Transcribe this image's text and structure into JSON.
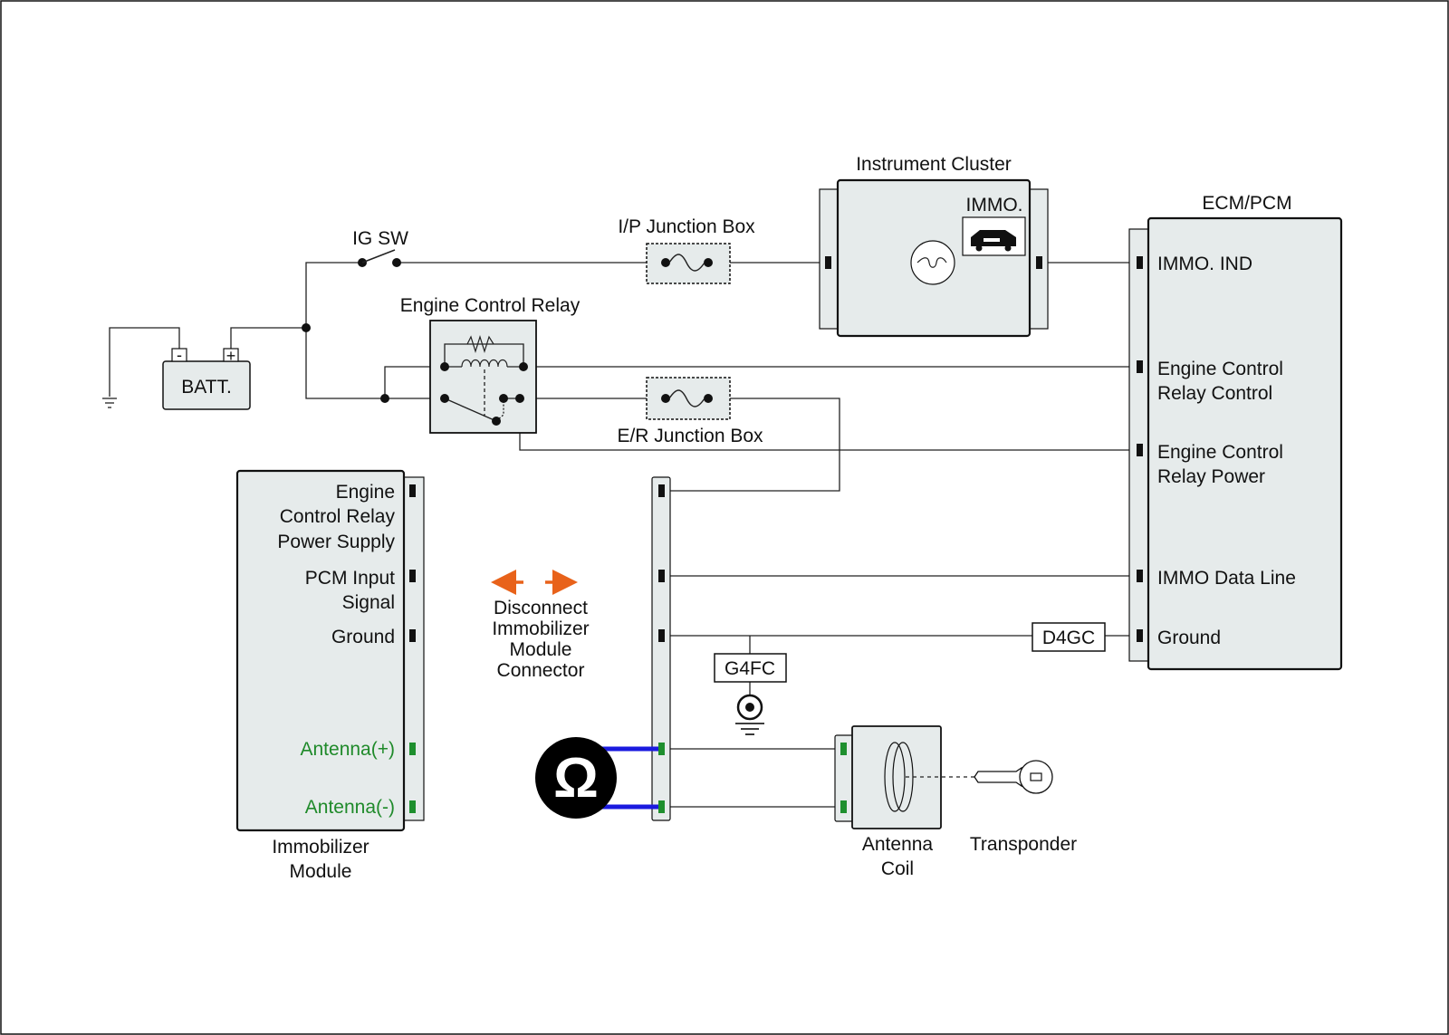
{
  "labels": {
    "instrument_cluster": "Instrument Cluster",
    "immo_tag": "IMMO.",
    "ecm_pcm": "ECM/PCM",
    "ig_sw": "IG SW",
    "ip_junction_box": "I/P Junction Box",
    "engine_control_relay": "Engine Control Relay",
    "batt": "BATT.",
    "batt_minus": "-",
    "batt_plus": "+",
    "er_junction_box": "E/R Junction Box",
    "g4fc": "G4FC",
    "d4gc": "D4GC",
    "antenna_coil": [
      "Antenna",
      "Coil"
    ],
    "transponder": "Transponder",
    "immobilizer_module": [
      "Immobilizer",
      "Module"
    ],
    "ohm_symbol": "Ω"
  },
  "ecm_pins": {
    "immo_ind": [
      "IMMO. IND"
    ],
    "relay_control": [
      "Engine Control",
      "Relay Control"
    ],
    "relay_power": [
      "Engine Control",
      "Relay Power"
    ],
    "immo_data": [
      "IMMO Data Line"
    ],
    "ground": [
      "Ground"
    ]
  },
  "immobilizer_pins": {
    "relay_power_supply": [
      "Engine",
      "Control Relay",
      "Power Supply"
    ],
    "pcm_input": [
      "PCM Input",
      "Signal"
    ],
    "ground": [
      "Ground"
    ],
    "antenna_plus": [
      "Antenna(+)"
    ],
    "antenna_minus": [
      "Antenna(-)"
    ]
  },
  "note": {
    "text": [
      "Disconnect",
      "Immobilizer",
      "Module",
      "Connector"
    ],
    "arrow_color": "#e8621a"
  },
  "colors": {
    "box_fill": "#e6ebeb",
    "antenna_pin": "#1e8f2e",
    "antenna_text": "#1f8a2a",
    "meter_lead": "#1a1adf"
  }
}
